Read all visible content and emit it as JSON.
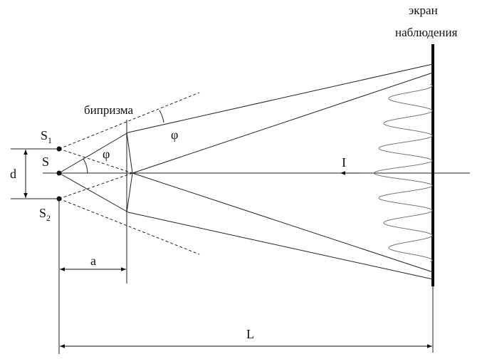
{
  "labels": {
    "screen_line1": "экран",
    "screen_line2": "наблюдения",
    "biprism": "бипризма",
    "s1_base": "S",
    "s1_sub": "1",
    "s_label": "S",
    "s2_base": "S",
    "s2_sub": "2",
    "d": "d",
    "a": "a",
    "L": "L",
    "I": "I",
    "phi_left": "φ",
    "phi_right": "φ"
  },
  "colors": {
    "line": "#222222",
    "screen": "#000000",
    "fringes": "#777777",
    "text": "#111111"
  }
}
